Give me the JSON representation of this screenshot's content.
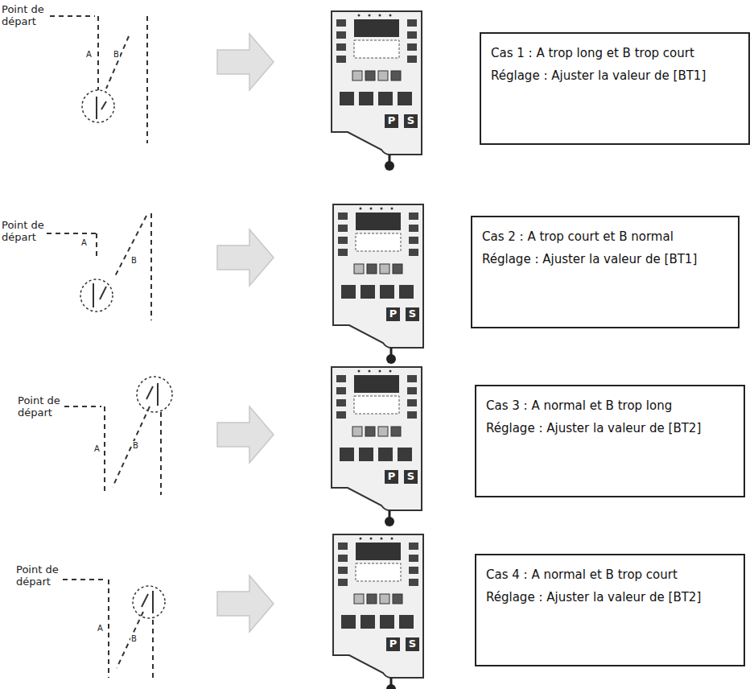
{
  "diagram": {
    "nodes": [
      {
        "text": [
          "Cas 1 : A trop long et B trop court",
          "Réglage : Ajuster la valeur de [BT1]"
        ]
      },
      {
        "text": [
          "Cas 2 : A trop court  et B normal",
          "Réglage : Ajuster la valeur de [BT1]"
        ]
      },
      {
        "text": [
          "Cas 3 : A normal et B trop long",
          "Réglage : Ajuster la valeur de [BT2]"
        ]
      },
      {
        "text": [
          "Cas 4 : A normal et B trop court",
          "Réglage : Ajuster la valeur de [BT2]"
        ]
      }
    ],
    "labels": [
      "Point de départ",
      "A",
      "B",
      "P",
      "S",
      "Point de départ",
      "A",
      "B",
      "P",
      "S",
      "Point de départ",
      "A",
      "B",
      "P",
      "S",
      "Point de départ",
      "A",
      "B",
      "P",
      "S"
    ]
  }
}
